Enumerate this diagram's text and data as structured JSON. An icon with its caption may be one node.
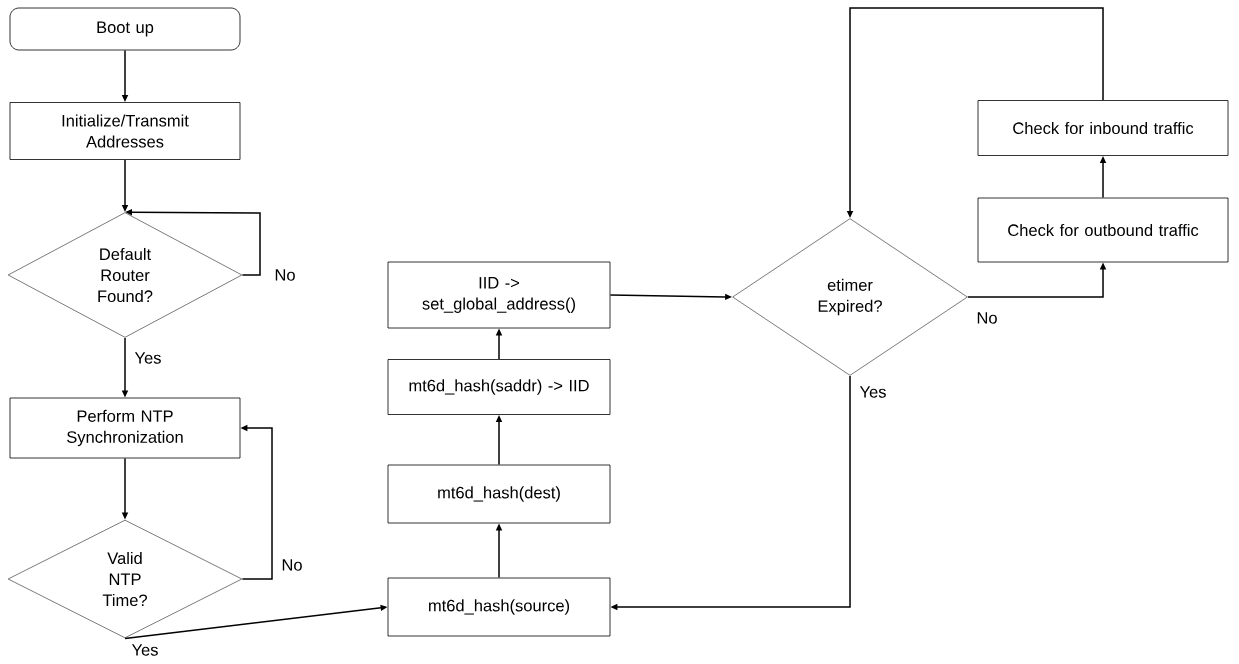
{
  "diagram": {
    "nodes": [
      {
        "text": [
          "Boot up"
        ]
      },
      {
        "text": [
          "Initialize/Transmit Addresses"
        ]
      },
      {
        "text": [
          "Default Router Found?"
        ]
      },
      {
        "text": [
          "Perform NTP Synchronization"
        ]
      },
      {
        "text": [
          "Valid NTP Time?"
        ]
      },
      {
        "text": [
          "mt6d_hash(source)"
        ]
      },
      {
        "text": [
          "mt6d_hash(dest)"
        ]
      },
      {
        "text": [
          "mt6d_hash(saddr) -> IID"
        ]
      },
      {
        "text": [
          "IID -> set_global_address()"
        ]
      },
      {
        "text": [
          "etimer Expired?"
        ]
      },
      {
        "text": [
          "Check for outbound traffic"
        ]
      },
      {
        "text": [
          "Check for inbound traffic"
        ]
      }
    ],
    "edges": [
      {
        "from": 0,
        "to": 1,
        "arrow": "to"
      },
      {
        "from": 1,
        "to": 2,
        "arrow": "to"
      },
      {
        "from": 2,
        "to": 2,
        "arrow": "to",
        "label": "No"
      },
      {
        "from": 2,
        "to": 3,
        "arrow": "to",
        "label": "Yes"
      },
      {
        "from": 3,
        "to": 4,
        "arrow": "to"
      },
      {
        "from": 4,
        "to": 3,
        "arrow": "to",
        "label": "No"
      },
      {
        "from": 4,
        "to": 5,
        "arrow": "to",
        "label": "Yes"
      },
      {
        "from": 5,
        "to": 6,
        "arrow": "to"
      },
      {
        "from": 6,
        "to": 7,
        "arrow": "to"
      },
      {
        "from": 7,
        "to": 8,
        "arrow": "to"
      },
      {
        "from": 8,
        "to": 9,
        "arrow": "to"
      },
      {
        "from": 9,
        "to": 10,
        "arrow": "to",
        "label": "No"
      },
      {
        "from": 10,
        "to": 11,
        "arrow": "to"
      },
      {
        "from": 11,
        "to": 9,
        "arrow": "to"
      },
      {
        "from": 9,
        "to": 5,
        "arrow": "to",
        "label": "Yes"
      }
    ]
  }
}
